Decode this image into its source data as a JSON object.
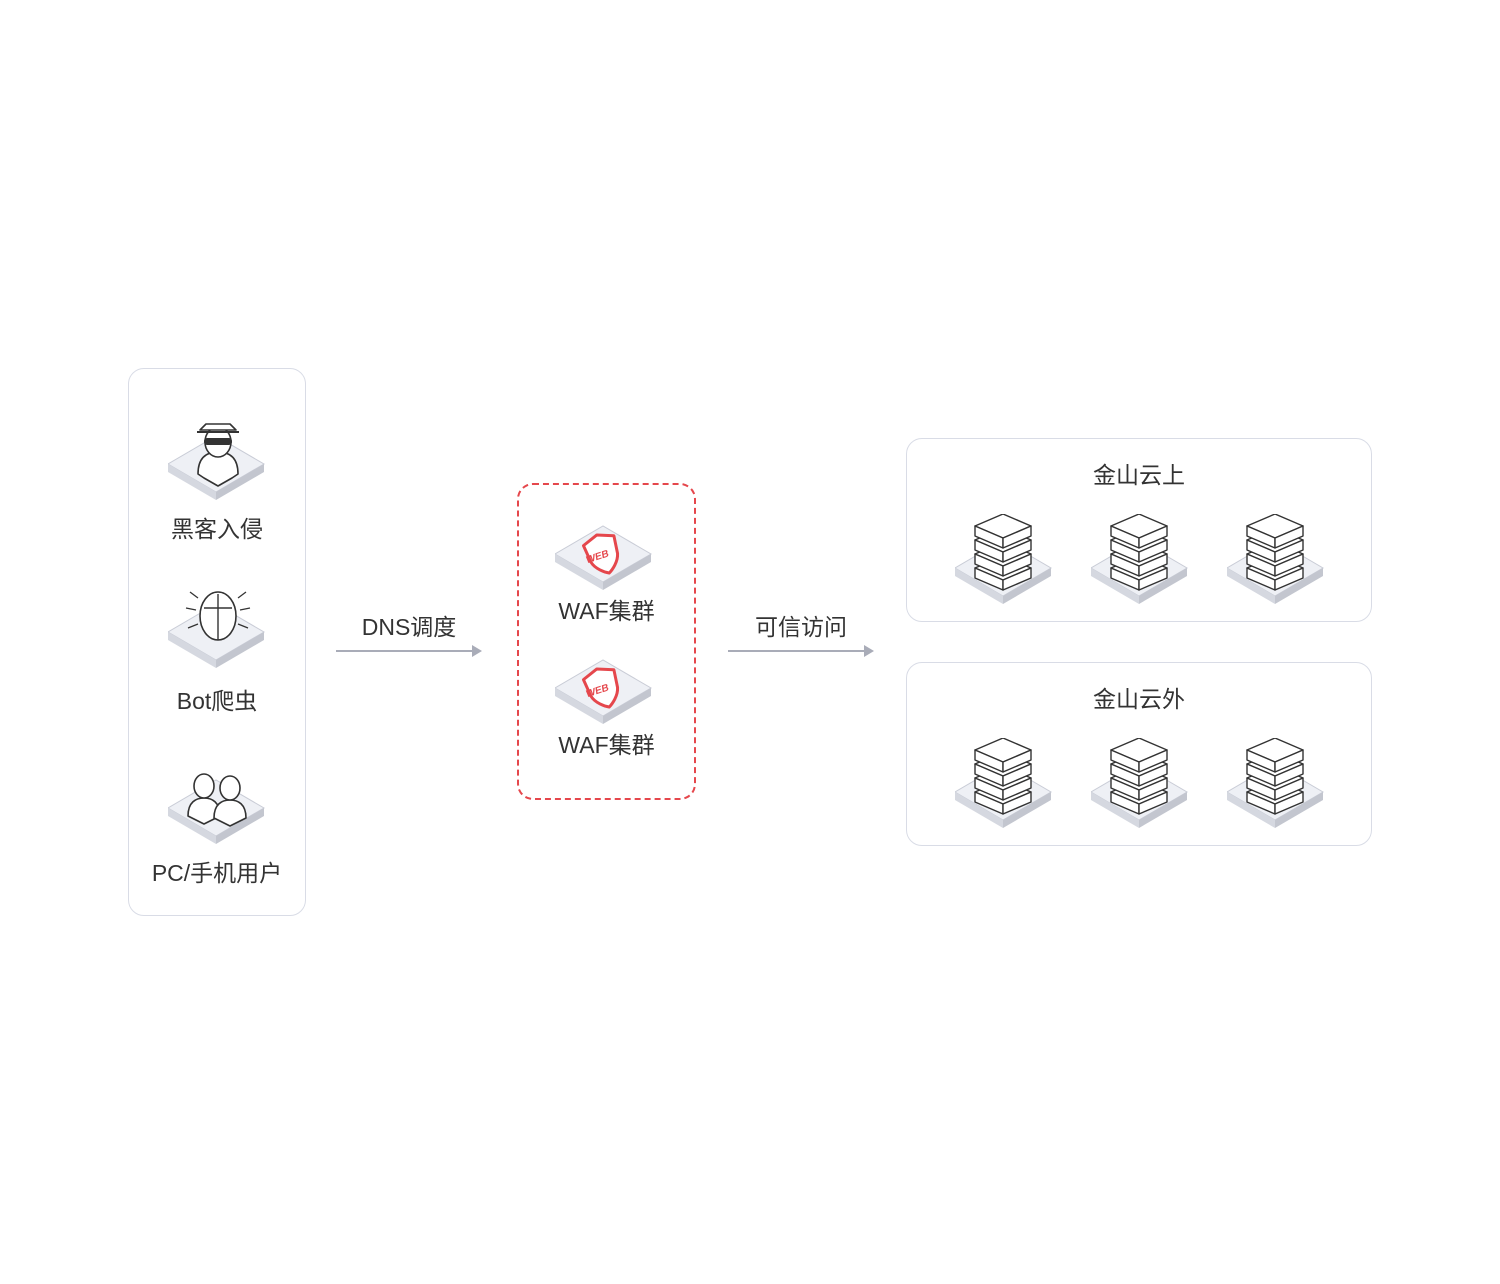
{
  "sources": [
    {
      "label": "黑客入侵",
      "icon": "hacker-icon"
    },
    {
      "label": "Bot爬虫",
      "icon": "bot-icon"
    },
    {
      "label": "PC/手机用户",
      "icon": "users-icon"
    }
  ],
  "arrows": {
    "dns_label": "DNS调度",
    "trusted_label": "可信访问"
  },
  "waf": {
    "nodes": [
      {
        "label": "WAF集群",
        "icon": "waf-shield-icon",
        "badge": "WEB"
      },
      {
        "label": "WAF集群",
        "icon": "waf-shield-icon",
        "badge": "WEB"
      }
    ]
  },
  "targets": [
    {
      "title": "金山云上",
      "server_icon": "server-stack-icon"
    },
    {
      "title": "金山云外",
      "server_icon": "server-stack-icon"
    }
  ],
  "colors": {
    "waf_border": "#e5474c",
    "panel_border": "#d9dce6",
    "arrow": "#a9acb8",
    "text": "#333333"
  }
}
